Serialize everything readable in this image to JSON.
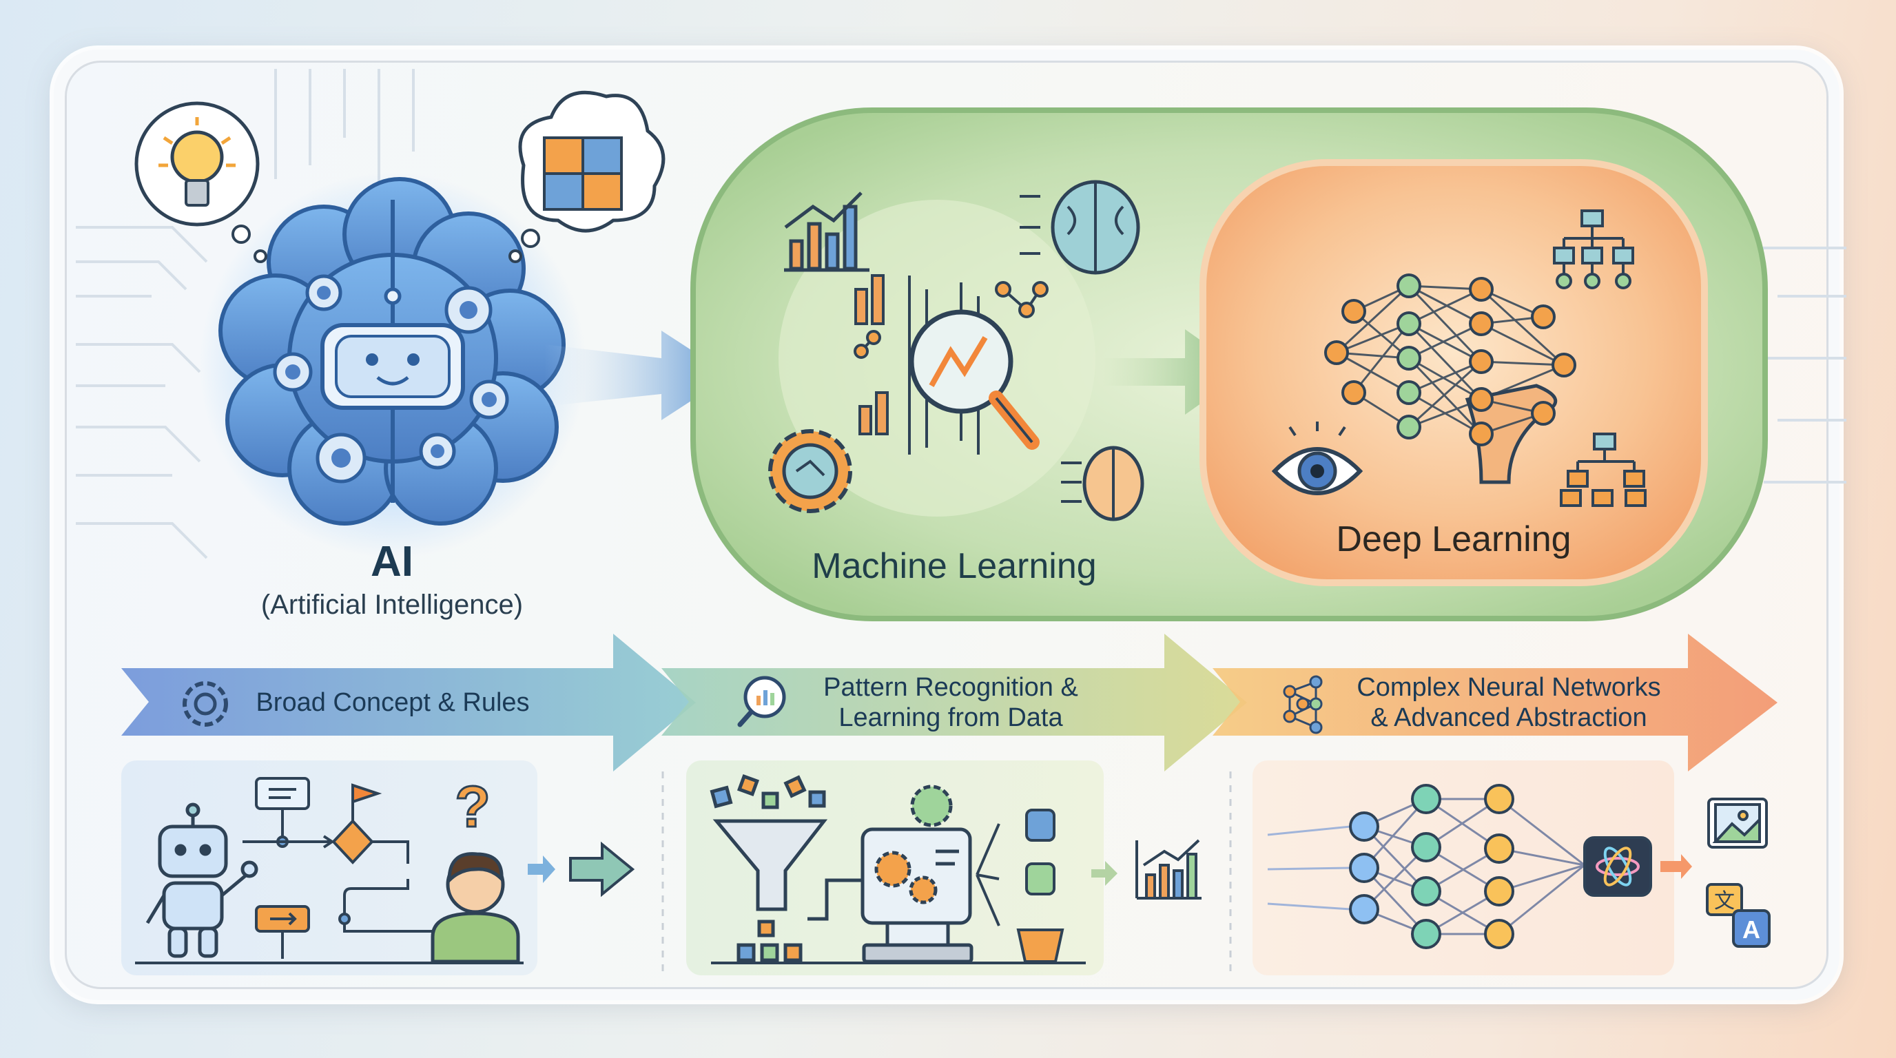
{
  "title": "",
  "nodes": {
    "ai": {
      "title": "AI",
      "subtitle": "(Artificial Intelligence)"
    },
    "ml": {
      "label": "Machine Learning"
    },
    "dl": {
      "label": "Deep Learning"
    }
  },
  "stages": [
    {
      "text": "Broad Concept & Rules",
      "icon": "gear-icon"
    },
    {
      "line1": "Pattern Recognition &",
      "line2": "Learning from Data",
      "icon": "magnifier-chart-icon"
    },
    {
      "line1": "Complex Neural Networks",
      "line2": "& Advanced Abstraction",
      "icon": "neural-network-icon"
    }
  ],
  "colors": {
    "ai_blue": "#5f94d4",
    "ml_green": "#9fc78d",
    "dl_orange": "#f2a26a",
    "text_dark": "#1f3a4e"
  },
  "icons": [
    "lightbulb-icon",
    "puzzle-icon",
    "brain-robot-icon",
    "bar-chart-icon",
    "brain-icon",
    "magnifier-icon",
    "gear-icon",
    "neural-network-icon",
    "eye-icon",
    "hierarchy-icon",
    "robot-icon",
    "flowchart-icon",
    "question-mark-icon",
    "person-icon",
    "funnel-icon",
    "computer-icon",
    "database-icon",
    "basket-icon",
    "image-icon",
    "translate-icon"
  ]
}
